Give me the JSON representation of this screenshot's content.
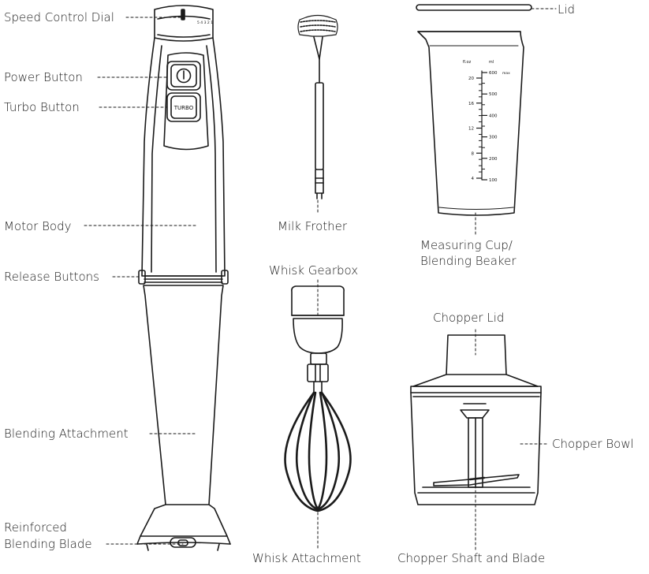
{
  "labels": {
    "speed_control_dial": "Speed Control Dial",
    "power_button": "Power Button",
    "turbo_button": "Turbo Button",
    "motor_body": "Motor Body",
    "release_buttons": "Release Buttons",
    "blending_attachment": "Blending Attachment",
    "reinforced_blade_line1": "Reinforced",
    "reinforced_blade_line2": "Blending Blade",
    "milk_frother": "Milk Frother",
    "whisk_gearbox": "Whisk Gearbox",
    "whisk_attachment": "Whisk Attachment",
    "lid": "Lid",
    "measuring_cup_line1": "Measuring Cup/",
    "measuring_cup_line2": "Blending Beaker",
    "chopper_lid": "Chopper Lid",
    "chopper_bowl": "Chopper Bowl",
    "chopper_shaft_blade": "Chopper Shaft and Blade"
  },
  "device_text": {
    "turbo_button_text": "TURBO",
    "speed_dial_marks": "5 4 3 2 1"
  },
  "measuring_cup": {
    "floz_unit": "fl.oz",
    "ml_unit": "ml",
    "floz_marks": [
      "20",
      "16",
      "12",
      "8",
      "4"
    ],
    "ml_marks": [
      "600",
      "500",
      "400",
      "300",
      "200",
      "100"
    ],
    "max_label": "max"
  }
}
